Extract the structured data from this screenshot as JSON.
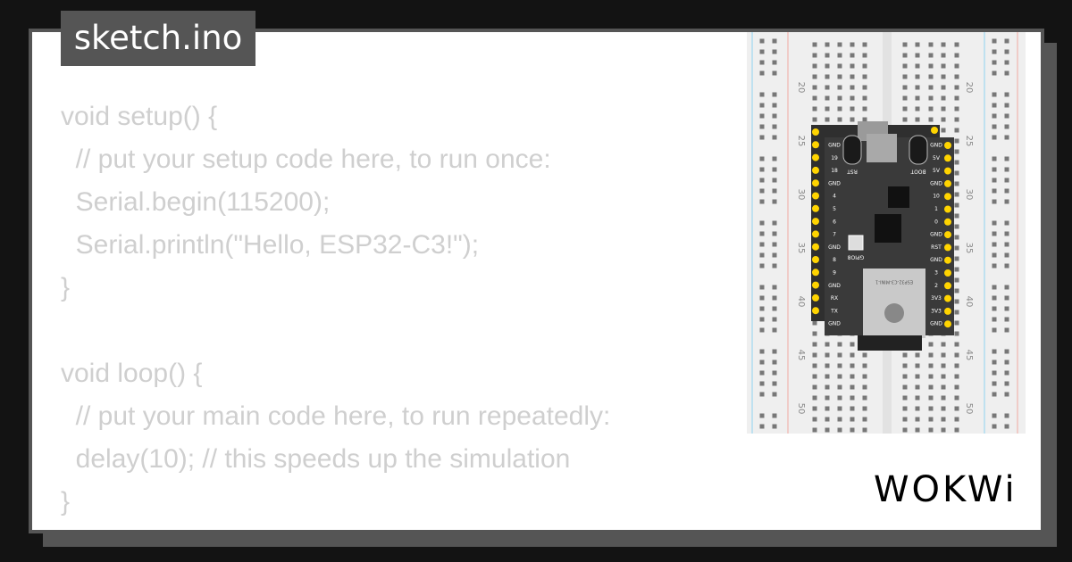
{
  "file_tab": {
    "title": "sketch.ino"
  },
  "code": {
    "lines": [
      "void setup() {",
      "  // put your setup code here, to run once:",
      "  Serial.begin(115200);",
      "  Serial.println(\"Hello, ESP32-C3!\");",
      "}",
      "",
      "void loop() {",
      "  // put your main code here, to run repeatedly:",
      "  delay(10); // this speeds up the simulation",
      "}"
    ]
  },
  "breadboard": {
    "row_labels": [
      "20",
      "25",
      "30",
      "35",
      "40",
      "45",
      "50"
    ],
    "colors": {
      "body": "#efefef",
      "hole": "#777777",
      "rail_blue": "#8fd3f0",
      "rail_red": "#f0a8a0"
    }
  },
  "board": {
    "name": "ESP32-C3-MINI-1",
    "left_pins": [
      "GND",
      "19",
      "18",
      "GND",
      "4",
      "5",
      "6",
      "7",
      "GND",
      "8",
      "9",
      "GND",
      "RX",
      "TX",
      "GND"
    ],
    "right_pins": [
      "GND",
      "5V",
      "5V",
      "GND",
      "10",
      "1",
      "0",
      "GND",
      "RST",
      "GND",
      "3",
      "2",
      "3V3",
      "3V3",
      "GND"
    ],
    "rst_label": "RST",
    "boot_label": "BOOT",
    "led_label": "GPIO8",
    "colors": {
      "pcb": "#3a3a3a",
      "pin": "#ffd400"
    }
  },
  "brand": {
    "logo": "WOKWi"
  }
}
